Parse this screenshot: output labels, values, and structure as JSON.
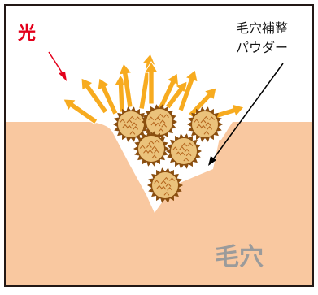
{
  "labels": {
    "light": "光",
    "powder_line1": "毛穴補整",
    "powder_line2": "パウダー",
    "pore": "毛穴"
  },
  "colors": {
    "skin": "#f9c8a0",
    "pore_text": "#9b9b9b",
    "light_text": "#e3001b",
    "arrow_fill": "#f7ab1f",
    "arrow_stroke": "#ffffff",
    "particle_fill": "#ebc27b",
    "particle_spike": "#8a4e0f",
    "particle_pattern": "#b5651d",
    "frame": "#231815",
    "pointer_red": "#e3001b",
    "pointer_black": "#000000"
  },
  "icons": {
    "light_rays": "arrow-up-icon",
    "powder_particles": "spiky-particle-icon"
  }
}
